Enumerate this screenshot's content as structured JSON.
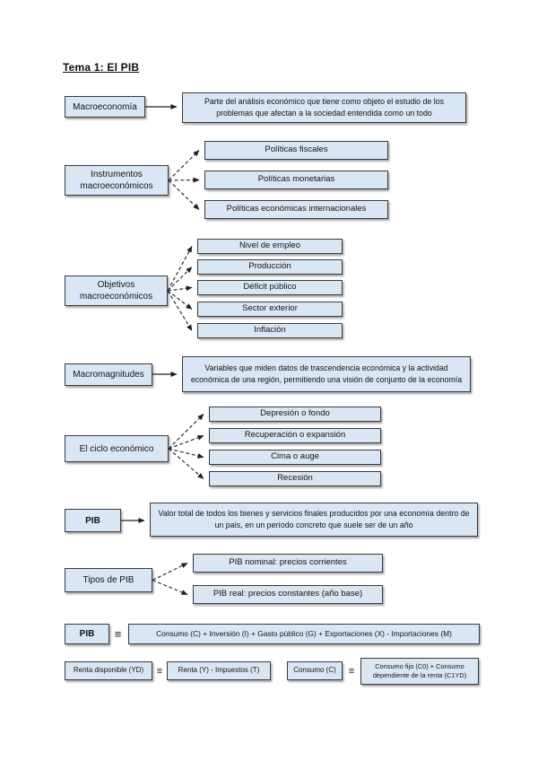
{
  "page": {
    "title": "Tema 1: El PIB"
  },
  "colors": {
    "box_fill": "#d9e7f4",
    "box_border": "#3a3a3a",
    "arrow": "#1f1f1f"
  },
  "sections": [
    {
      "id": "macroeconomia",
      "label": "Macroeconomía",
      "definition": "Parte del análisis económico que tiene como objeto el estudio de los problemas que afectan a la sociedad entendida como un todo"
    },
    {
      "id": "instrumentos",
      "label": "Instrumentos macroeconómicos",
      "items": [
        "Políticas fiscales",
        "Políticas monetarias",
        "Políticas económicas internacionales"
      ]
    },
    {
      "id": "objetivos",
      "label": "Objetivos macroeconómicos",
      "items": [
        "Nivel de empleo",
        "Producción",
        "Déficit público",
        "Sector exterior",
        "Inflación"
      ]
    },
    {
      "id": "macromagnitudes",
      "label": "Macromagnitudes",
      "definition": "Variables que miden datos de trascendencia económica y la actividad económica de una región, permitiendo una visión de conjunto de la economía"
    },
    {
      "id": "ciclo-economico",
      "label": "El ciclo económico",
      "items": [
        "Depresión o fondo",
        "Recuperación o expansión",
        "Cima o auge",
        "Recesión"
      ]
    },
    {
      "id": "pib",
      "label": "PIB",
      "definition": "Valor total de todos los bienes y servicios finales producidos por una economía dentro de un país, en un período concreto que suele ser de un año"
    },
    {
      "id": "tipos-pib",
      "label": "Tipos de PIB",
      "items": [
        "PIB nominal: precios corrientes",
        "PIB real: precios constantes (año base)"
      ]
    }
  ],
  "identities": [
    {
      "left": "PIB",
      "symbol": "≡",
      "right": "Consumo (C) + Inversión (I) + Gasto público (G) + Exportaciones (X) - Importaciones (M)"
    },
    {
      "left": "Renta disponible (YD)",
      "symbol": "≡",
      "right": "Renta (Y) - Impuestos (T)"
    },
    {
      "left": "Consumo (C)",
      "symbol": "≡",
      "right": "Consumo fijo (C0) + Consumo dependiente de la renta (C1YD)"
    }
  ]
}
